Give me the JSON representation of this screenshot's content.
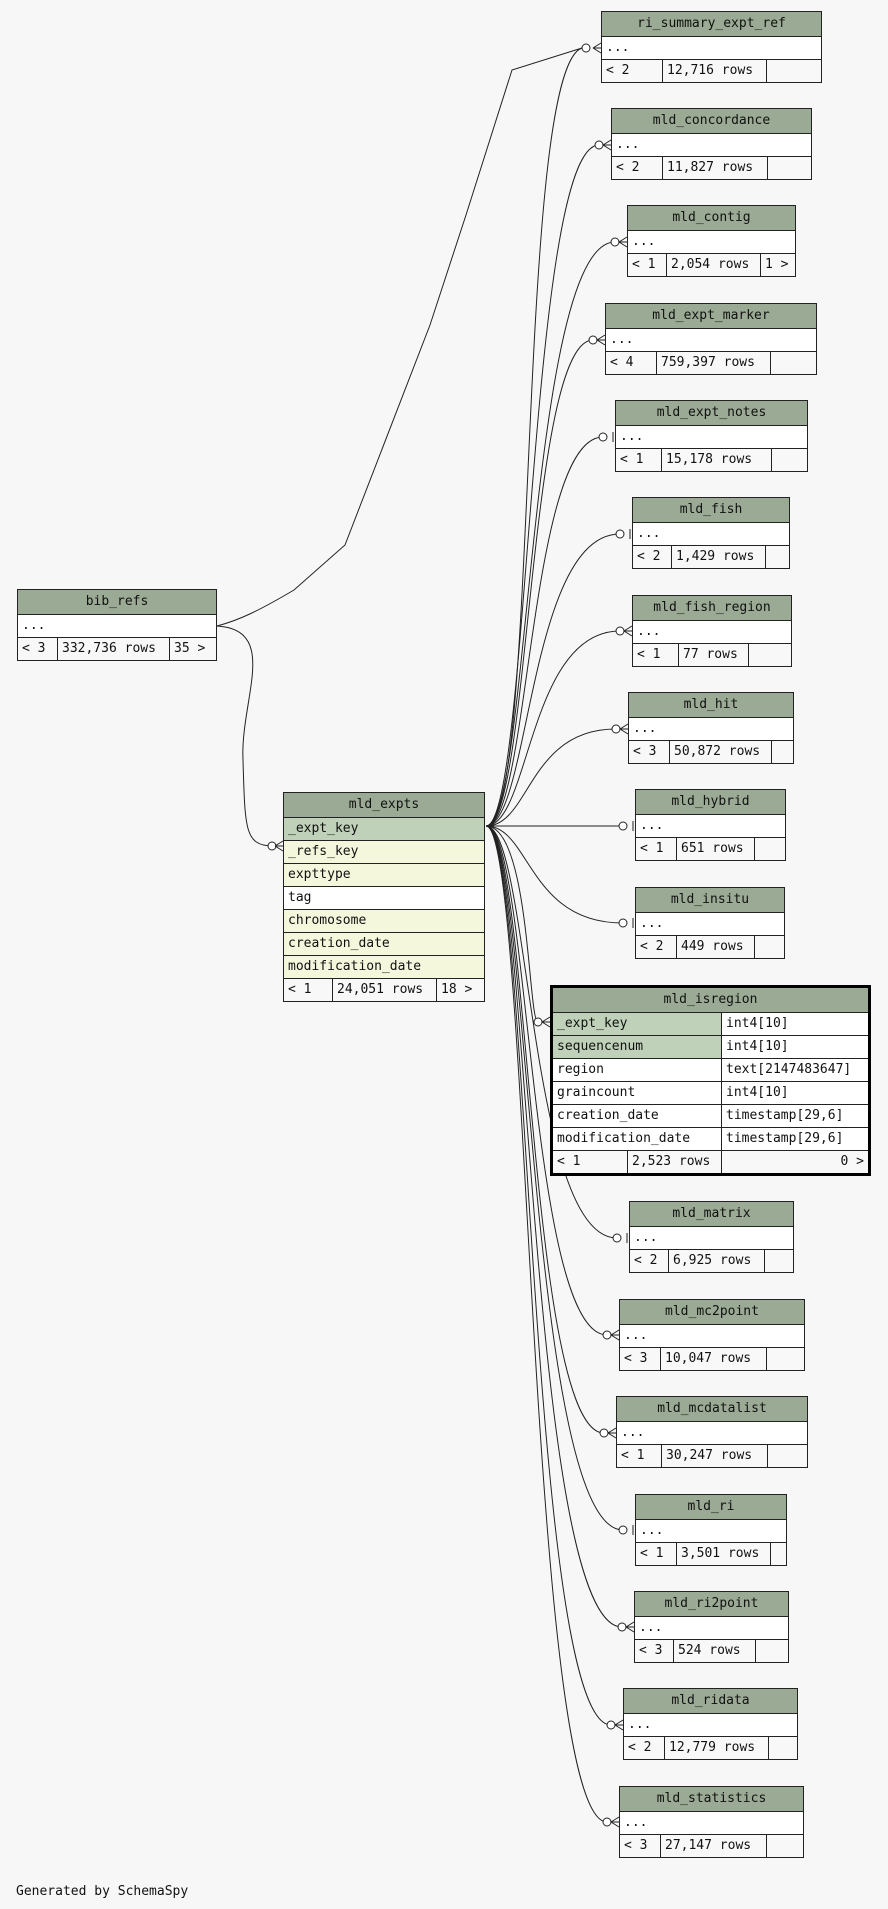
{
  "colors": {
    "background": "#f7f7f7",
    "table_header": "#9baa94",
    "primary_key_row": "#bfd1b8",
    "foreign_key_row": "#f4f7dc",
    "edge": "#222222"
  },
  "footer": {
    "text": "Generated by SchemaSpy"
  },
  "tables": [
    {
      "name": "ri_summary_expt_ref",
      "parents": "< 2",
      "rows": "12,716 rows",
      "children": ""
    },
    {
      "name": "mld_concordance",
      "parents": "< 2",
      "rows": "11,827 rows",
      "children": ""
    },
    {
      "name": "mld_contig",
      "parents": "< 1",
      "rows": "2,054 rows",
      "children": "1 >"
    },
    {
      "name": "mld_expt_marker",
      "parents": "< 4",
      "rows": "759,397 rows",
      "children": ""
    },
    {
      "name": "mld_expt_notes",
      "parents": "< 1",
      "rows": "15,178 rows",
      "children": ""
    },
    {
      "name": "mld_fish",
      "parents": "< 2",
      "rows": "1,429 rows",
      "children": ""
    },
    {
      "name": "mld_fish_region",
      "parents": "< 1",
      "rows": "77 rows",
      "children": ""
    },
    {
      "name": "mld_hit",
      "parents": "< 3",
      "rows": "50,872 rows",
      "children": ""
    },
    {
      "name": "mld_hybrid",
      "parents": "< 1",
      "rows": "651 rows",
      "children": ""
    },
    {
      "name": "mld_insitu",
      "parents": "< 2",
      "rows": "449 rows",
      "children": ""
    },
    {
      "name": "mld_matrix",
      "parents": "< 2",
      "rows": "6,925 rows",
      "children": ""
    },
    {
      "name": "mld_mc2point",
      "parents": "< 3",
      "rows": "10,047 rows",
      "children": ""
    },
    {
      "name": "mld_mcdatalist",
      "parents": "< 1",
      "rows": "30,247 rows",
      "children": ""
    },
    {
      "name": "mld_ri",
      "parents": "< 1",
      "rows": "3,501 rows",
      "children": ""
    },
    {
      "name": "mld_ri2point",
      "parents": "< 3",
      "rows": "524 rows",
      "children": ""
    },
    {
      "name": "mld_ridata",
      "parents": "< 2",
      "rows": "12,779 rows",
      "children": ""
    },
    {
      "name": "mld_statistics",
      "parents": "< 3",
      "rows": "27,147 rows",
      "children": ""
    },
    {
      "name": "bib_refs",
      "parents": "< 3",
      "rows": "332,736 rows",
      "children": "35 >"
    }
  ],
  "placeholder": "...",
  "mld_expts": {
    "name": "mld_expts",
    "columns": [
      "_expt_key",
      "_refs_key",
      "expttype",
      "tag",
      "chromosome",
      "creation_date",
      "modification_date"
    ],
    "parents": "< 1",
    "rows": "24,051 rows",
    "children": "18 >"
  },
  "mld_isregion": {
    "name": "mld_isregion",
    "columns": [
      {
        "name": "_expt_key",
        "type": "int4[10]"
      },
      {
        "name": "sequencenum",
        "type": "int4[10]"
      },
      {
        "name": "region",
        "type": "text[2147483647]"
      },
      {
        "name": "graincount",
        "type": "int4[10]"
      },
      {
        "name": "creation_date",
        "type": "timestamp[29,6]"
      },
      {
        "name": "modification_date",
        "type": "timestamp[29,6]"
      }
    ],
    "parents": "< 1",
    "rows": "2,523 rows",
    "children": "0 >"
  }
}
